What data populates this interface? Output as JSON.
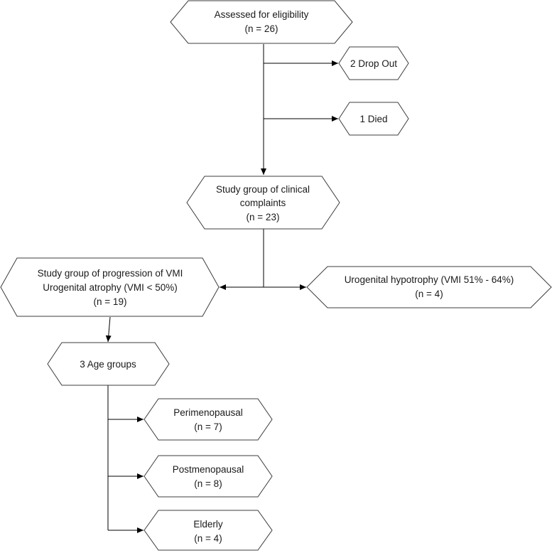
{
  "nodes": {
    "assessed": {
      "lines": [
        "Assessed for eligibility",
        "(n = 26)"
      ]
    },
    "dropout": {
      "lines": [
        "2 Drop Out"
      ]
    },
    "died": {
      "lines": [
        "1 Died"
      ]
    },
    "clinical": {
      "lines": [
        "Study group of clinical",
        "complaints",
        "(n = 23)"
      ]
    },
    "progression": {
      "lines": [
        "Study group of progression of VMI",
        "Urogenital atrophy (VMI < 50%)",
        "(n = 19)"
      ]
    },
    "hypotrophy": {
      "lines": [
        "Urogenital hypotrophy (VMI 51% - 64%)",
        "(n = 4)"
      ]
    },
    "age_groups": {
      "lines": [
        "3 Age groups"
      ]
    },
    "perimenopausal": {
      "lines": [
        "Perimenopausal",
        "(n = 7)"
      ]
    },
    "postmenopausal": {
      "lines": [
        "Postmenopausal",
        "(n = 8)"
      ]
    },
    "elderly": {
      "lines": [
        "Elderly",
        "(n = 4)"
      ]
    }
  }
}
